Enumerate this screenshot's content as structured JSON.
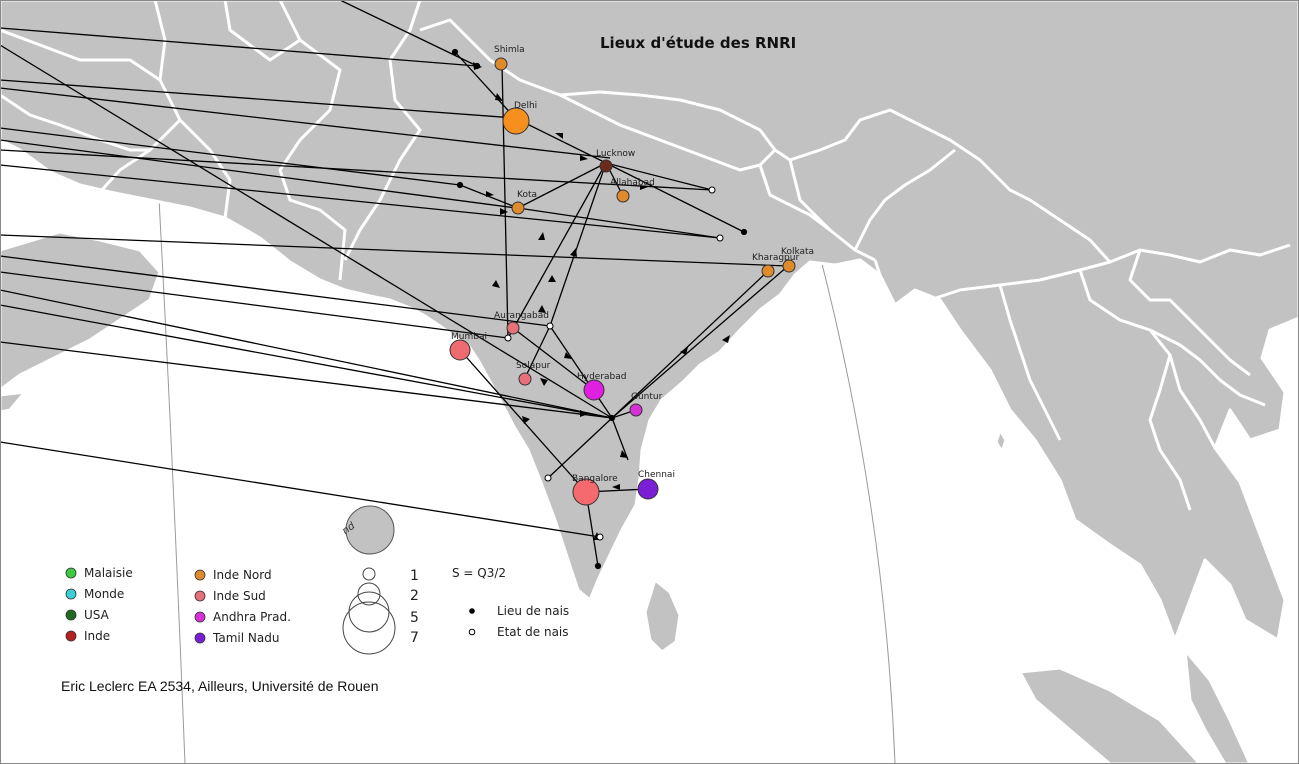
{
  "map": {
    "title": "Lieux d'étude des RNRI",
    "credit": "Eric Leclerc EA 2534, Ailleurs, Université de Rouen",
    "colors": {
      "land": "#c2c2c2",
      "border": "#ffffff",
      "sea": "#ffffff",
      "flow": "#000000",
      "graticule": "#9a9a9a"
    },
    "cities": [
      {
        "key": "shimla",
        "label": "Shimla",
        "color": "#e08a2e"
      },
      {
        "key": "delhi",
        "label": "Delhi",
        "color": "#f5901e"
      },
      {
        "key": "lucknow",
        "label": "Lucknow",
        "color": "#6b2a1a"
      },
      {
        "key": "allahabad",
        "label": "Allahabad",
        "color": "#e08a2e"
      },
      {
        "key": "kota",
        "label": "Kota",
        "color": "#e08a2e"
      },
      {
        "key": "kharagpur",
        "label": "Kharagpur",
        "color": "#e08a2e"
      },
      {
        "key": "kolkata",
        "label": "Kolkata",
        "color": "#e08a2e"
      },
      {
        "key": "aurangabad",
        "label": "Aurangabad",
        "color": "#e8707a"
      },
      {
        "key": "mumbai",
        "label": "Mumbai",
        "color": "#f06a72"
      },
      {
        "key": "solapur",
        "label": "Solapur",
        "color": "#e8707a"
      },
      {
        "key": "hyderabad",
        "label": "Hyderabad",
        "color": "#e020e0"
      },
      {
        "key": "guntur",
        "label": "Guntur",
        "color": "#d830d8"
      },
      {
        "key": "chennai",
        "label": "Chennai",
        "color": "#7a1fd6"
      },
      {
        "key": "bangalore",
        "label": "Bangalore",
        "color": "#f56a6e"
      }
    ],
    "legend": {
      "categories": [
        {
          "label": "Malaisie",
          "color": "#3ccb3c"
        },
        {
          "label": "Monde",
          "color": "#3ad0d8"
        },
        {
          "label": "USA",
          "color": "#1f6b1f"
        },
        {
          "label": "Inde",
          "color": "#b52020"
        },
        {
          "label": "Inde Nord",
          "color": "#e08a2e"
        },
        {
          "label": "Inde Sud",
          "color": "#e8707a"
        },
        {
          "label": "Andhra Prad.",
          "color": "#d830d8"
        },
        {
          "label": "Tamil Nadu",
          "color": "#7a1fd6"
        }
      ],
      "sizes": [
        "1",
        "2",
        "5",
        "7"
      ],
      "nd_label": "nd",
      "formula": "S = Q3/2",
      "birthplace_label": "Lieu de nais",
      "birthstate_label": "Etat de nais"
    }
  }
}
